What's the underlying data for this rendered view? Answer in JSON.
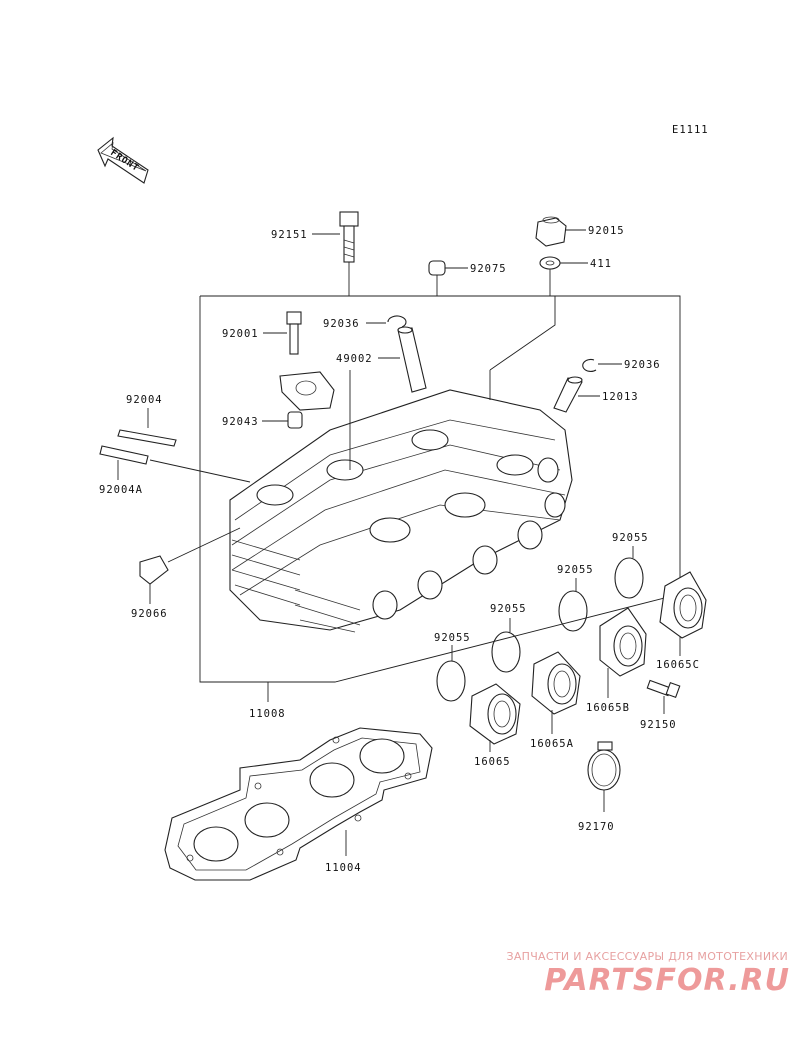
{
  "diagram": {
    "code": "E1111",
    "front_label": "FRONT",
    "labels": {
      "p92151": "92151",
      "p92015": "92015",
      "p411": "411",
      "p92075": "92075",
      "p92036_a": "92036",
      "p92001": "92001",
      "p49002": "49002",
      "p92036_b": "92036",
      "p12013": "12013",
      "p92004": "92004",
      "p92043": "92043",
      "p92004A": "92004A",
      "p92066": "92066",
      "p92055_a": "92055",
      "p92055_b": "92055",
      "p92055_c": "92055",
      "p92055_d": "92055",
      "p16065C": "16065C",
      "p16065B": "16065B",
      "p92150": "92150",
      "p11008": "11008",
      "p16065A": "16065A",
      "p16065": "16065",
      "p92170": "92170",
      "p11004": "11004"
    }
  },
  "watermark": {
    "caption": "ЗАПЧАСТИ И АКСЕССУАРЫ ДЛЯ МОТОТЕХНИКИ",
    "logo": "PARTSFOR.RU",
    "color": "#ee9a9a"
  }
}
